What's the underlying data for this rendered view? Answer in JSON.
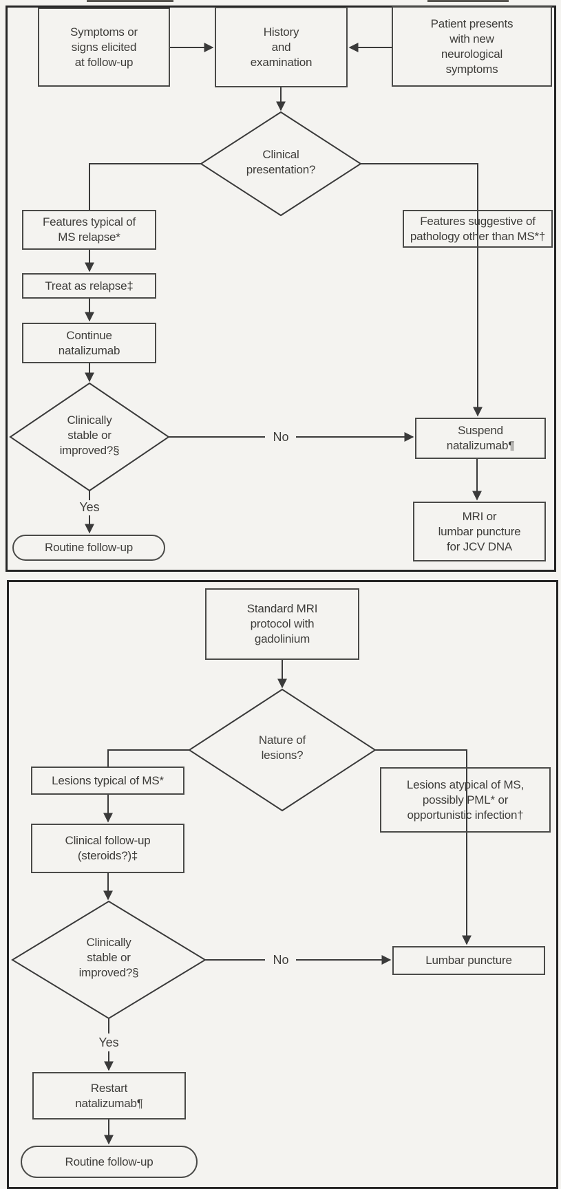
{
  "colors": {
    "ink": "#3a3a3a",
    "paper": "#f4f3f0",
    "frame_border": "#242424"
  },
  "charts": [
    {
      "title": "Clinical presentation pathway",
      "nodes": {
        "symptoms": "Symptoms or\nsigns elicited\nat follow-up",
        "history": "History\nand\nexamination",
        "patient": "Patient presents\nwith new\nneurological\nsymptoms",
        "clinical_presentation": "Clinical\npresentation?",
        "features_typical": "Features typical of\nMS relapse*",
        "features_suggestive": "Features suggestive of\npathology other than MS*†",
        "treat": "Treat as relapse‡",
        "continue": "Continue\nnatalizumab",
        "stable": "Clinically\nstable or\nimproved?§",
        "suspend": "Suspend\nnatalizumab¶",
        "mri_lp": "MRI or\nlumbar puncture\nfor JCV DNA",
        "routine": "Routine follow-up"
      },
      "labels": {
        "yes": "Yes",
        "no": "No"
      }
    },
    {
      "title": "MRI pathway",
      "nodes": {
        "standard_mri": "Standard MRI\nprotocol with\ngadolinium",
        "nature": "Nature of\nlesions?",
        "lesions_typical": "Lesions typical of MS*",
        "lesions_atypical": "Lesions atypical of MS,\npossibly PML* or\nopportunistic infection†",
        "clinical_followup": "Clinical follow-up\n(steroids?)‡",
        "stable": "Clinically\nstable or\nimproved?§",
        "lumbar": "Lumbar puncture",
        "restart": "Restart\nnatalizumab¶",
        "routine": "Routine follow-up"
      },
      "labels": {
        "yes": "Yes",
        "no": "No"
      }
    }
  ]
}
